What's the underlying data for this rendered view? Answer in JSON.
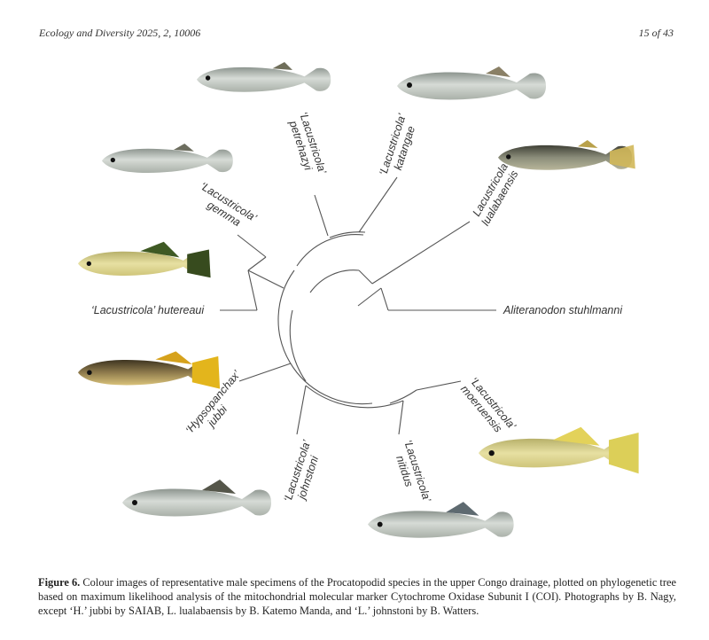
{
  "header": {
    "journal": "Ecology and Diversity 2025, 2, 10006",
    "page": "15 of 43"
  },
  "tree_labels": {
    "petrehazyi_1": "‘Lacustricola’",
    "petrehazyi_2": "petrehazyi",
    "katangae_1": "‘Lacustricola’",
    "katangae_2": "katangae",
    "lualabaensis_1": "Lacustricola",
    "lualabaensis_2": "lualabaensis",
    "gemma_1": "‘Lacustricola’",
    "gemma_2": "gemma",
    "hutereaui": "‘Lacustricola’ hutereaui",
    "stuhlmanni": "Aliteranodon stuhlmanni",
    "jubbi_1": "‘Hypsopanchax’",
    "jubbi_2": "jubbi",
    "johnstoni_1": "‘Lacustricola’",
    "johnstoni_2": "johnstoni",
    "nitidus_1": "‘Lacustricola’",
    "nitidus_2": "nitidus",
    "moeruensis_1": "‘Lacustricola’",
    "moeruensis_2": "moeruensis"
  },
  "caption": {
    "label": "Figure 6.",
    "text": " Colour images of representative male specimens of the Procatopodid species in the upper Congo drainage, plotted on phylogenetic tree based on maximum likelihood analysis of the mitochondrial molecular marker Cytochrome Oxidase Subunit I (COI). Photographs by B. Nagy, except ‘H.’ jubbi by SAIAB, L. lualabaensis by B. Katemo Manda, and ‘L.’ johnstoni by B. Watters."
  },
  "colors": {
    "branch": "#555555",
    "fish_silver": "#c9cfc8",
    "fish_yellow": "#e2d25a",
    "fish_brown": "#8a6a3a"
  }
}
